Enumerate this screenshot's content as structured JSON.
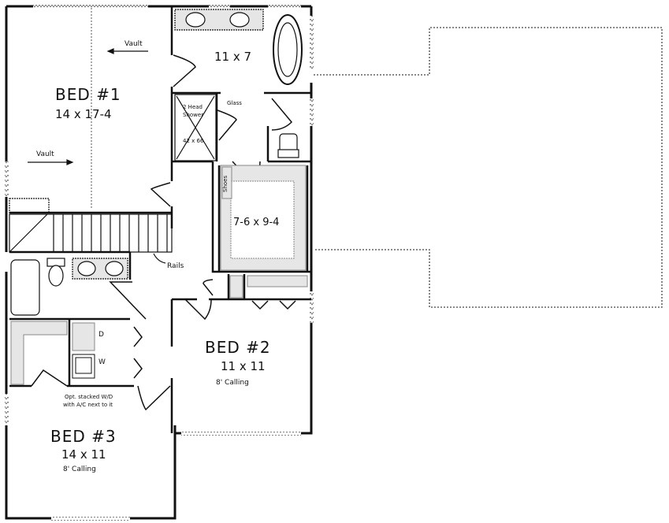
{
  "plan": {
    "rooms": [
      {
        "id": "bed1",
        "name": "BED #1",
        "dimensions": "14 x 17-4",
        "notes": [
          "Vault",
          "Vault"
        ]
      },
      {
        "id": "master-bath",
        "name": "",
        "dimensions": "11 x 7"
      },
      {
        "id": "shower",
        "name": "2 Head Shower",
        "dimensions": "42 x 66",
        "notes": [
          "Glass"
        ]
      },
      {
        "id": "closet",
        "name": "",
        "dimensions": "7-6 x 9-4",
        "notes": [
          "Shoes"
        ]
      },
      {
        "id": "bed2",
        "name": "BED #2",
        "dimensions": "11 x 11",
        "ceiling": "8' Calling"
      },
      {
        "id": "bed3",
        "name": "BED #3",
        "dimensions": "14 x 11",
        "ceiling": "8' Calling"
      },
      {
        "id": "laundry",
        "name": "",
        "dimensions": "",
        "notes": [
          "D",
          "W",
          "Opt. stacked W/D",
          "with A/C next to it"
        ]
      },
      {
        "id": "stairs",
        "name": "",
        "dimensions": "",
        "notes": [
          "Rails"
        ]
      }
    ],
    "labels": {
      "bed1_name": "BED #1",
      "bed1_dim": "14 x 17-4",
      "vault_top": "Vault",
      "vault_bottom": "Vault",
      "bath_dim": "11 x 7",
      "shower_line1": "2 Head",
      "shower_line2": "Shower",
      "shower_dim": "42 x 66",
      "glass": "Glass",
      "shoes": "Shoes",
      "closet_dim": "7-6 x 9-4",
      "rails": "Rails",
      "dryer": "D",
      "washer": "W",
      "laundry_note1": "Opt. stacked W/D",
      "laundry_note2": "with A/C next to it",
      "bed2_name": "BED #2",
      "bed2_dim": "11 x 11",
      "bed2_ceiling": "8' Calling",
      "bed3_name": "BED #3",
      "bed3_dim": "14 x 11",
      "bed3_ceiling": "8' Calling"
    },
    "colors": {
      "wall": "#111111",
      "fixture_fill": "#e6e6e6",
      "background": "#ffffff"
    }
  }
}
